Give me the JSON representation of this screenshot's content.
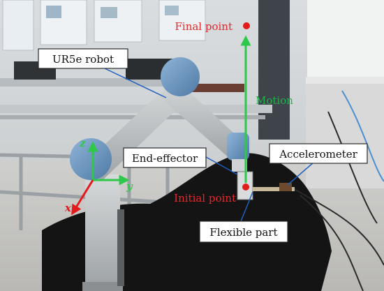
{
  "figure": {
    "labels": {
      "robot": "UR5e robot",
      "final_point": "Final point",
      "motion": "Motion",
      "end_effector": "End-effector",
      "accelerometer": "Accelerometer",
      "initial_point": "Initial point",
      "flexible_part": "Flexible part"
    },
    "axes": {
      "x": "x",
      "y": "y",
      "z": "z"
    },
    "colors": {
      "label_red": "#e8262b",
      "label_green": "#22b14c",
      "arrow_green": "#2ec84a",
      "point_red": "#e31b1b",
      "box_border": "#2a2a2a",
      "callout_line": "#1f5fbf"
    }
  }
}
